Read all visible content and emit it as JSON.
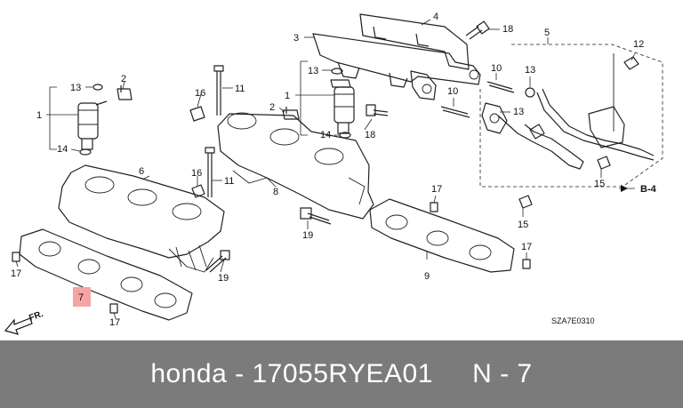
{
  "caption": {
    "brand": "honda",
    "separator": " - ",
    "part_number": "17055RYEA01",
    "gap": "     ",
    "callout": "N - 7"
  },
  "diagram": {
    "code": "SZA7E0310",
    "front_label": "FR.",
    "ref_label": "B-4",
    "highlight_color": "#f6a3a3",
    "bar_color": "#7b7b7b",
    "callouts": {
      "c1a": "1",
      "c1b": "1",
      "c2a": "2",
      "c2b": "2",
      "c3": "3",
      "c4": "4",
      "c5": "5",
      "c6": "6",
      "c7": "7",
      "c8": "8",
      "c9": "9",
      "c10a": "10",
      "c10b": "10",
      "c11a": "11",
      "c11b": "11",
      "c12": "12",
      "c13a": "13",
      "c13b": "13",
      "c13c": "13",
      "c13d": "13",
      "c14a": "14",
      "c14b": "14",
      "c15a": "15",
      "c15b": "15",
      "c16a": "16",
      "c16b": "16",
      "c17a": "17",
      "c17b": "17",
      "c17c": "17",
      "c17d": "17",
      "c18a": "18",
      "c18b": "18",
      "c19a": "19",
      "c19b": "19"
    }
  }
}
